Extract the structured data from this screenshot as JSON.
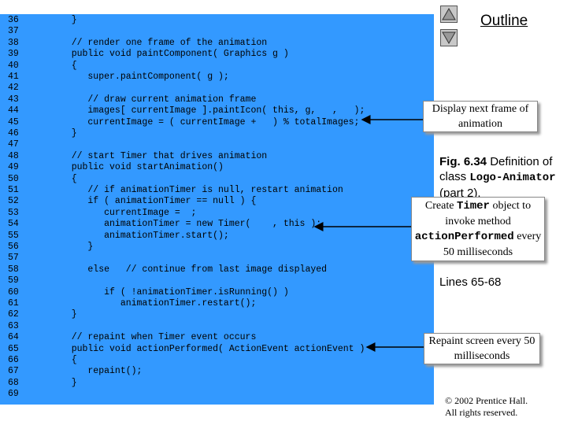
{
  "code_lines": [
    {
      "num": "36",
      "text": "   }"
    },
    {
      "num": "37",
      "text": ""
    },
    {
      "num": "38",
      "text": "   // render one frame of the animation"
    },
    {
      "num": "39",
      "text": "   public void paintComponent( Graphics g )"
    },
    {
      "num": "40",
      "text": "   {"
    },
    {
      "num": "41",
      "text": "      super.paintComponent( g );"
    },
    {
      "num": "42",
      "text": ""
    },
    {
      "num": "43",
      "text": "      // draw current animation frame"
    },
    {
      "num": "44",
      "text": "      images[ currentImage ].paintIcon( this, g,   ,   );"
    },
    {
      "num": "45",
      "text": "      currentImage = ( currentImage +   ) % totalImages;"
    },
    {
      "num": "46",
      "text": "   }"
    },
    {
      "num": "47",
      "text": ""
    },
    {
      "num": "48",
      "text": "   // start Timer that drives animation"
    },
    {
      "num": "49",
      "text": "   public void startAnimation()"
    },
    {
      "num": "50",
      "text": "   {"
    },
    {
      "num": "51",
      "text": "      // if animationTimer is null, restart animation"
    },
    {
      "num": "52",
      "text": "      if ( animationTimer == null ) {"
    },
    {
      "num": "53",
      "text": "         currentImage =  ;"
    },
    {
      "num": "54",
      "text": "         animationTimer = new Timer(    , this );"
    },
    {
      "num": "55",
      "text": "         animationTimer.start();"
    },
    {
      "num": "56",
      "text": "      }"
    },
    {
      "num": "57",
      "text": ""
    },
    {
      "num": "58",
      "text": "      else   // continue from last image displayed"
    },
    {
      "num": "59",
      "text": ""
    },
    {
      "num": "60",
      "text": "         if ( !animationTimer.isRunning() )"
    },
    {
      "num": "61",
      "text": "            animationTimer.restart();"
    },
    {
      "num": "62",
      "text": "   }"
    },
    {
      "num": "63",
      "text": ""
    },
    {
      "num": "64",
      "text": "   // repaint when Timer event occurs"
    },
    {
      "num": "65",
      "text": "   public void actionPerformed( ActionEvent actionEvent )"
    },
    {
      "num": "66",
      "text": "   {"
    },
    {
      "num": "67",
      "text": "      repaint();"
    },
    {
      "num": "68",
      "text": "   }"
    },
    {
      "num": "69",
      "text": ""
    }
  ],
  "outline_title": "Outline",
  "callout_frame": "Display next frame of animation",
  "callout_timer": {
    "pre": "Create ",
    "code1": "Timer",
    "mid": " object to invoke method ",
    "code2": "actionPerformed",
    "post": " every 50 milliseconds"
  },
  "callout_repaint": "Repaint screen every 50 milliseconds",
  "fig_caption": {
    "bold": "Fig. 6.34",
    "text1": "  Definition of class ",
    "code": "Logo-Animator",
    "text2": " (part 2)."
  },
  "lines_ref": "Lines 65-68",
  "copyright": {
    "line1": "© 2002 Prentice Hall.",
    "line2": "All rights reserved."
  },
  "colors": {
    "code_bg": "#3399ff",
    "accent": "#000000"
  }
}
